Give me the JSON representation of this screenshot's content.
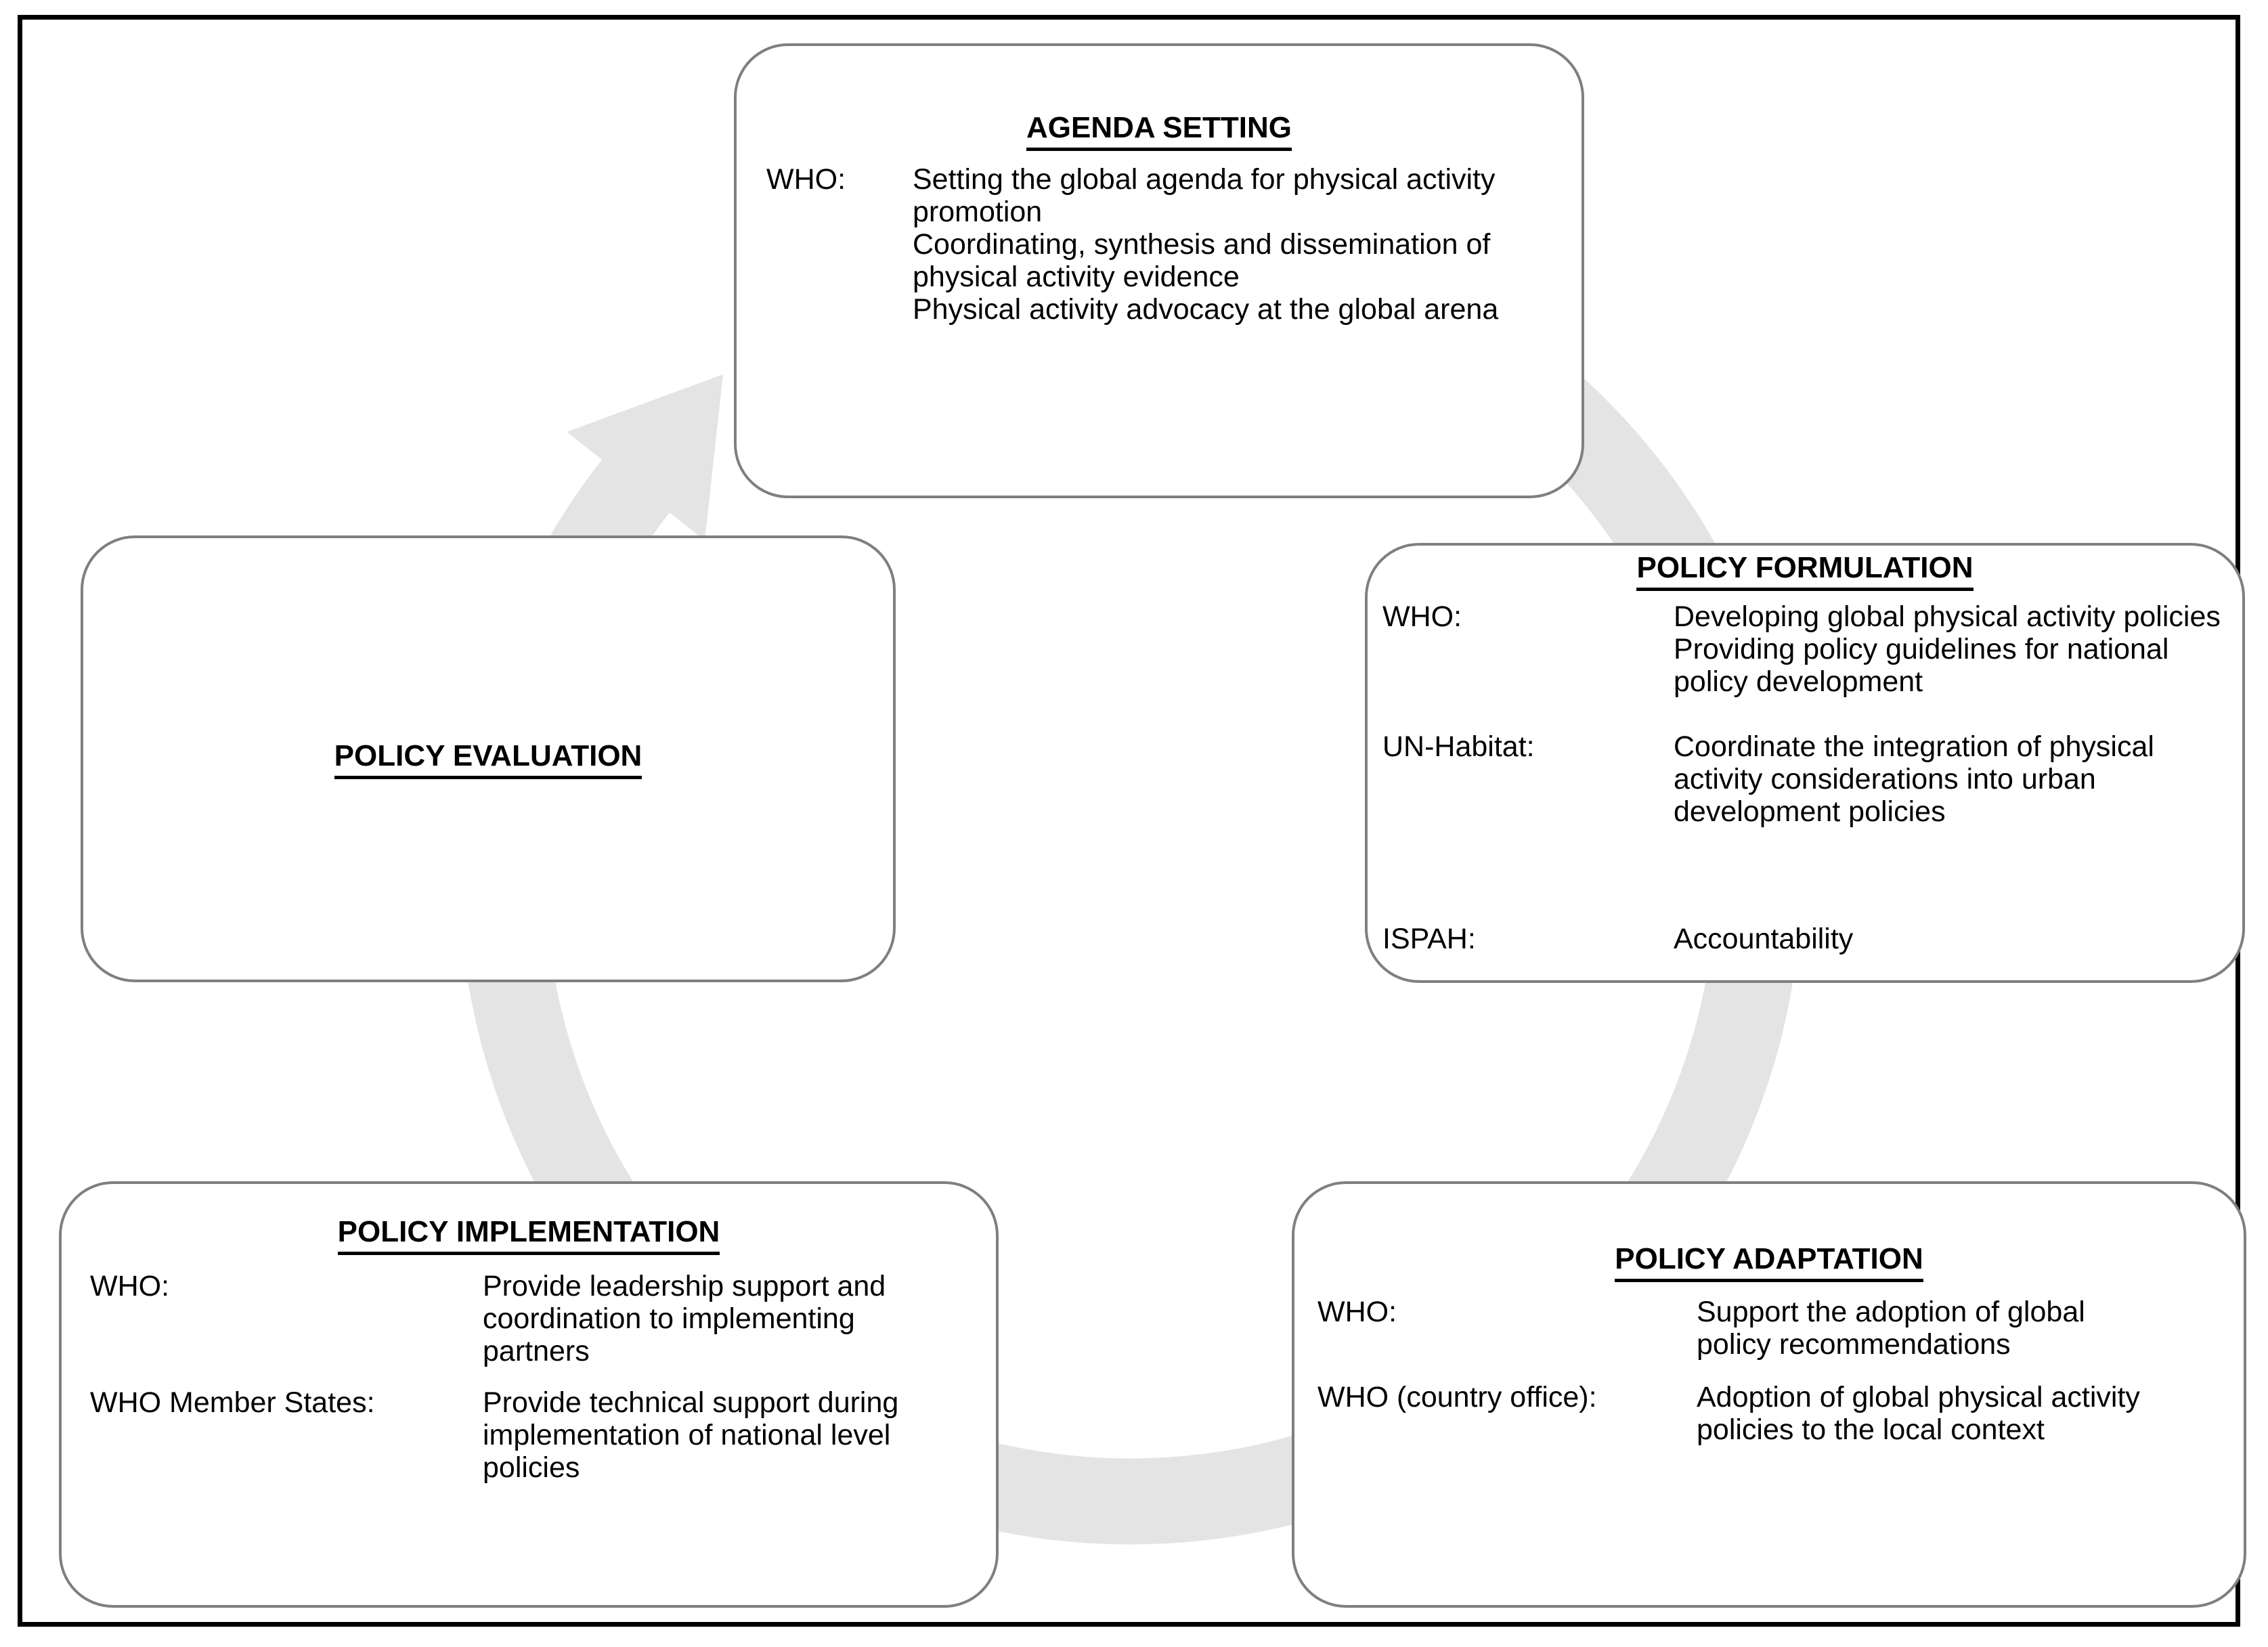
{
  "diagram": {
    "name": "physical-activity-policy-cycle",
    "direction": "clockwise",
    "colors": {
      "ring": "#e4e4e4",
      "box_border": "#7f7f7f",
      "frame_border": "#000000",
      "text": "#000000"
    },
    "boxes": {
      "agenda": {
        "title": "AGENDA SETTING",
        "rows": [
          {
            "label": "WHO:",
            "items": [
              "Setting the global agenda for physical activity promotion",
              "Coordinating, synthesis and dissemination of physical activity evidence",
              "Physical activity advocacy at the global arena"
            ]
          }
        ]
      },
      "formulation": {
        "title": "POLICY FORMULATION",
        "rows": [
          {
            "label": "WHO:",
            "items": [
              "Developing global physical activity policies",
              "Providing policy guidelines for national policy development"
            ]
          },
          {
            "label": "UN-Habitat:",
            "items": [
              "Coordinate the integration of physical activity considerations into urban development policies"
            ]
          },
          {
            "label": "ISPAH:",
            "items": [
              "Accountability"
            ]
          }
        ]
      },
      "evaluation": {
        "title": "POLICY EVALUATION",
        "rows": []
      },
      "implementation": {
        "title": "POLICY IMPLEMENTATION",
        "rows": [
          {
            "label": "WHO:",
            "items": [
              "Provide leadership support and coordination to implementing partners"
            ]
          },
          {
            "label": "WHO Member States:",
            "items": [
              "Provide technical support during implementation of national level policies"
            ]
          }
        ]
      },
      "adaptation": {
        "title": "POLICY ADAPTATION",
        "rows": [
          {
            "label": "WHO:",
            "items": [
              "Support the adoption of global policy recommendations"
            ]
          },
          {
            "label": "WHO (country office):",
            "items": [
              "Adoption of global physical activity policies to the local context"
            ]
          }
        ]
      }
    }
  }
}
